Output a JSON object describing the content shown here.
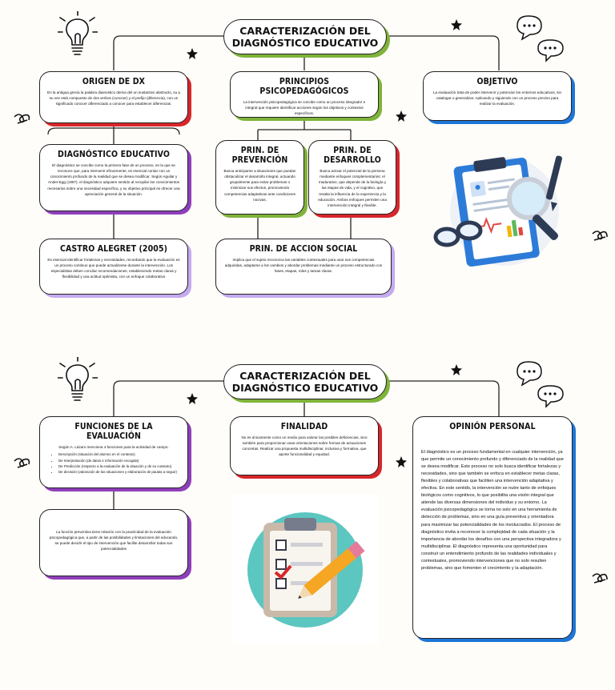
{
  "section1": {
    "title": "CARACTERIZACIÓN DEL DIAGNÓSTICO EDUCATIVO",
    "origen": {
      "title": "ORIGEN DE DX",
      "text": "En la antigua grecia la palabra diainostico deriva del un sustantivo abstracto, su a su vez está compuesto de dos verbos (conocer) y el prefijo (diferencia), con un significado conocer diferenciado a conocer para establecer diferencias."
    },
    "diagnostico": {
      "title": "DIAGNÓSTICO EDUCATIVO",
      "text": "El diagnóstico se concibe como la primera fase de un proceso, en la que se reconoce que, para intervenir eficazmente, es esencial contar con un conocimiento profundo de la realidad que se desea modificar. Según Aguilar y Ander-Egg (1997), el diagnóstico adquiere sentido al recopilar los conocimientos necesarios sobre una necesidad específica, y su objetivo principal es ofrecer una apreciación general de la situación."
    },
    "castro": {
      "title": "CASTRO ALEGRET (2005)",
      "text": "Es esencial identificar fortalezas y necesidades, recordando que la evaluación es un proceso continuo que puede actualizarse durante la intervención. Los especialistas deben concilar recomendaciones, estableciendo metas claras y flexibilidad y una actitud optimista, con un enfoque colaborativo"
    },
    "principios": {
      "title": "PRINCIPIOS PSICOPEDAGÓGICOS",
      "text": "La intervención psicopedagógica se concibe como un proceso integrador e integral que requiere identificar acciones según los objetivos y contextos específicos."
    },
    "prevencion": {
      "title": "PRIN. DE PREVENCIÓN",
      "text": "Busca anticiparse a situaciones que puedan obstaculizar el desarrollo integral, actuando grupalmente para evitar problemas o minimizar sus efectos, promoviendo competencias adaptativas ante condiciones nocivas."
    },
    "desarrollo": {
      "title": "PRIN. DE DESARROLLO",
      "text": "Busca activar el potencial de la persona mediante enfoques complementarios: el madurativo, que depende de la biología y las etapas de vida, y el cognitivo, que resalta la influencia de la experiencia y la educación. Ambos enfoques permiten una intervención integral y flexible."
    },
    "accion": {
      "title": "PRIN. DE ACCION SOCIAL",
      "text": "Implica que el sujeto reconozca las variables contextuales para usar sus competencias adquiridas, adaptarse a los cambios y abordar problemas mediante un proceso estructurado con fases, etapas, roles y tareas claras."
    },
    "objetivo": {
      "title": "OBJETIVO",
      "text": "La evaluación trata de poder intervenir y potenciar los entornos educativos, sin catalogar o generalizar. Aplicando y siguiendo con un proceso preciso para realizar la evaluación."
    }
  },
  "section2": {
    "title": "CARACTERIZACIÓN DEL DIAGNÓSTICO EDUCATIVO",
    "funciones": {
      "title": "FUNCIONES DE LA EVALUACIÓN",
      "intro": "Según A. Lázaro menciona 4 funciones para la actividad de campo.",
      "items": [
        "Descripción (situación del alumno en el contexto)",
        "De Interpretación (de datos e información recogida)",
        "De Predicción (respecto a la evaluación de la situación y de su contexto)",
        "De decisión (valoración de las situaciones y elaboración de pautas a seguir)"
      ]
    },
    "preventiva": {
      "text": "La función preventiva tiene relación con la practicidad de la evaluación psicopedagógica que, a partir de las posibilidades y limitaciones del educando, se puede decidir el tipo de intervención que facilite desarrollar todas sus potencialidades"
    },
    "finalidad": {
      "title": "FINALIDAD",
      "text": "No es únicamente como un medio para valorar las posibles deficiencias, sino también para proporcionar unas orientaciones sobre formas de actuaciones concretas. Realizar una propuesta multidisciplinar, inclusiva y formativa, que aporte funcionalidad y equidad."
    },
    "opinion": {
      "title": "OPINIÓN PERSONAL",
      "text": "El diagnóstico es un proceso fundamental en cualquier intervención, ya que permite un conocimiento profundo y diferenciado de la realidad que se desea modificar. Este proceso no solo busca identificar fortalezas y necesidades, sino que también se enfoca en establecer metas claras, flexibles y colaborativas que faciliten una intervención adaptativa y efectiva.  En este sentido, la intervención se nutre tanto de enfoques biológicos como cognitivos, lo que posibilita una visión integral que atiende las diversas dimensiones del individuo y su entorno. La evaluación psicopedagógica se torna no solo en una herramienta de detección de problemas, sino en una guía preventiva y orientadora para maximizar las potencialidades de los involucrados. El proceso de diagnóstico invita a reconocer la complejidad de cada situación y la importancia de abordar los desafíos con una perspectiva integradora y multidisciplinar. El diagnóstico representa una oportunidad para construir un entendimiento profundo de las realidades individuales y contextuales, promoviendo intervenciones que no solo resulten problemas, sino que fomenten el crecimiento y la adaptación."
    }
  },
  "colors": {
    "green": "#7fb33a",
    "purple": "#8e3fbb",
    "red": "#d8262b",
    "blue": "#1c75d8",
    "lavender": "#c4aaf0",
    "teal": "#5cc6c0"
  },
  "icons": [
    "lightbulb-icon",
    "star-icon",
    "speech-bubble-icon",
    "swirl-icon",
    "clipboard-report-icon",
    "magnifier-icon",
    "glasses-icon",
    "pen-icon",
    "checklist-clipboard-icon",
    "pencil-icon"
  ]
}
